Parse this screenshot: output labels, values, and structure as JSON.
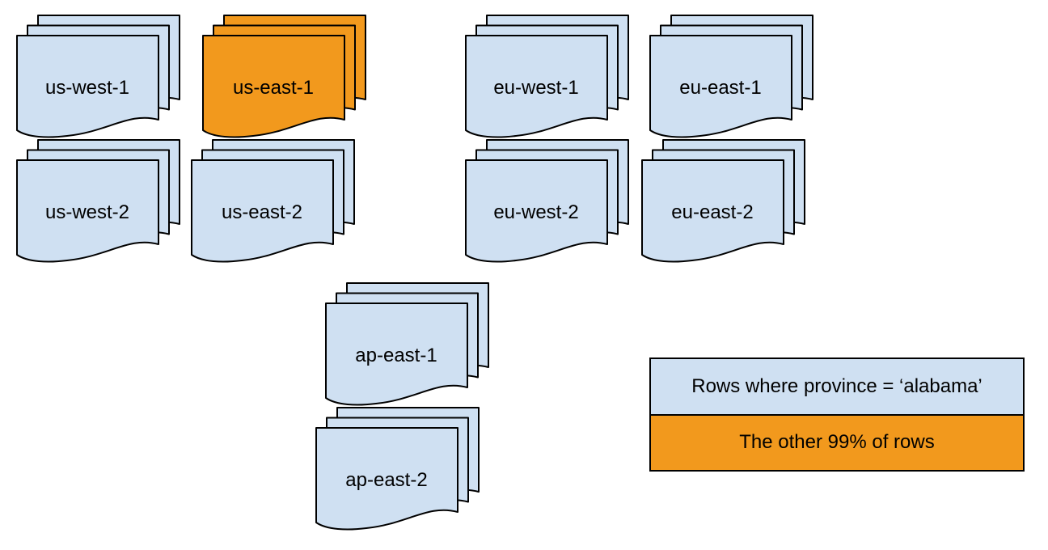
{
  "diagram": {
    "background": "#ffffff",
    "colors": {
      "region_fill": "#cfe0f2",
      "highlight_fill": "#f2991d",
      "stroke": "#000000"
    },
    "stacks": [
      {
        "label": "us-west-1",
        "highlighted": false
      },
      {
        "label": "us-east-1",
        "highlighted": true
      },
      {
        "label": "eu-west-1",
        "highlighted": false
      },
      {
        "label": "eu-east-1",
        "highlighted": false
      },
      {
        "label": "us-west-2",
        "highlighted": false
      },
      {
        "label": "us-east-2",
        "highlighted": false
      },
      {
        "label": "eu-west-2",
        "highlighted": false
      },
      {
        "label": "eu-east-2",
        "highlighted": false
      },
      {
        "label": "ap-east-1",
        "highlighted": false
      },
      {
        "label": "ap-east-2",
        "highlighted": false
      }
    ],
    "legend": {
      "items": [
        {
          "label": "Rows where province = ‘alabama’",
          "color": "#cfe0f2"
        },
        {
          "label": "The other 99% of rows",
          "color": "#f2991d"
        }
      ]
    }
  }
}
